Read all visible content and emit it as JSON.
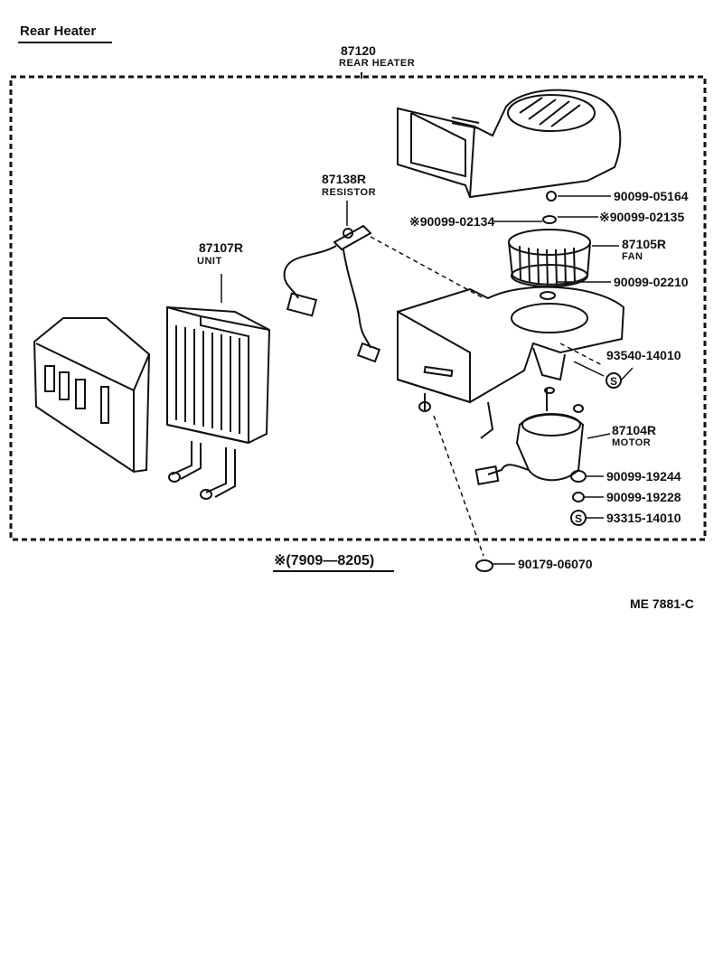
{
  "page": {
    "title": "Rear Heater",
    "ref_code": "ME  7881-C"
  },
  "assembly": {
    "number": "87120",
    "name": "REAR HEATER"
  },
  "note": "※(7909—8205)",
  "parts": {
    "resistor": {
      "number": "87138R",
      "name": "RESISTOR"
    },
    "unit": {
      "number": "87107R",
      "name": "UNIT"
    },
    "fan": {
      "number": "87105R",
      "name": "FAN"
    },
    "motor": {
      "number": "87104R",
      "name": "MOTOR"
    },
    "p1": "90099-05164",
    "p2": "90099-02135",
    "p3": "90099-02134",
    "p4": "90099-02210",
    "p5": "93540-14010",
    "p6": "90099-19244",
    "p7": "90099-19228",
    "p8": "93315-14010",
    "p9": "90179-06070"
  },
  "symbols": {
    "asterisk": "※",
    "s_mark": "S"
  }
}
